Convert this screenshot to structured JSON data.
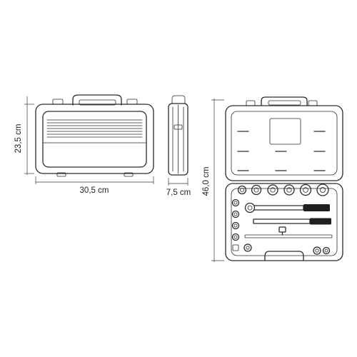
{
  "dimensions": {
    "closed_width": "30,5 cm",
    "closed_height": "23,5 cm",
    "depth": "7,5 cm",
    "open_height": "46,0 cm"
  }
}
